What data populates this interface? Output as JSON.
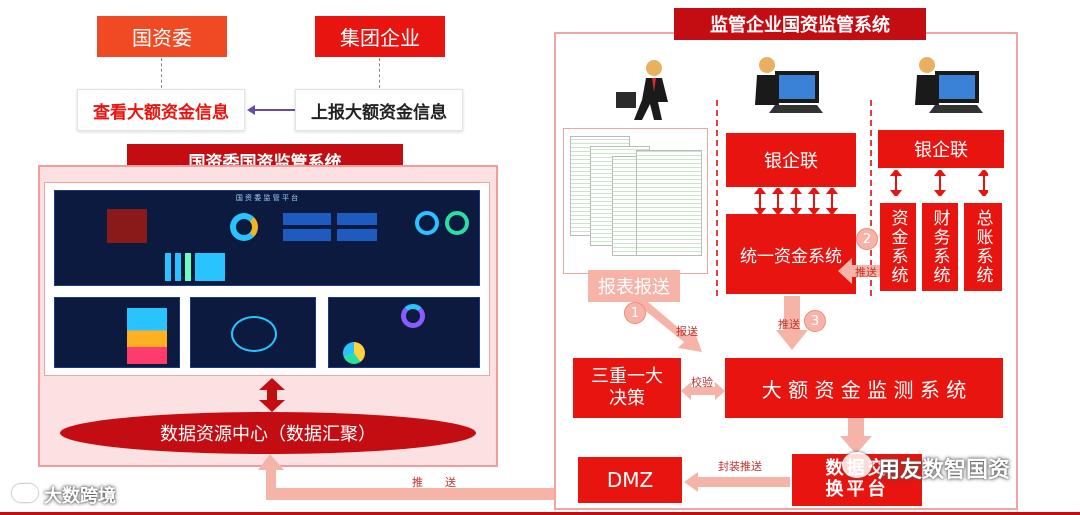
{
  "left": {
    "sasac": "国资委",
    "group": "集团企业",
    "view_info": "查看大额资金信息",
    "report_info": "上报大额资金信息",
    "system_title": "国资委国资监管系统",
    "dashboard_title": "国 资 委 监 管 平 台",
    "data_center": "数据资源中心（数据汇聚）"
  },
  "right": {
    "title": "监管企业国资监管系统",
    "bank1": "银企联",
    "bank2": "银企联",
    "unified_fund": "统一资金系统",
    "fund_system": "资金系统",
    "finance_system": "财务系统",
    "ledger_system": "总账系统",
    "report_submit": "报表报送",
    "three_one": "三重一大决策",
    "monitor": "大 额 资 金 监 测 系 统",
    "dmz": "DMZ",
    "exchange_platform": "数据交换平台",
    "push": "推送",
    "push2": "推送",
    "submit": "报送",
    "verify": "校验",
    "package_push": "封装推送",
    "push_long": "推　　送",
    "step1": "1",
    "step2": "2",
    "step3": "3"
  },
  "watermarks": {
    "left": "大数跨境",
    "right": "用友数智国资"
  },
  "colors": {
    "accent_red": "#e8140f",
    "dark_red": "#c40d12",
    "orange": "#ef4a23",
    "pink_panel": "#fbe1e1",
    "arrow_pink": "#f6b4a8"
  }
}
